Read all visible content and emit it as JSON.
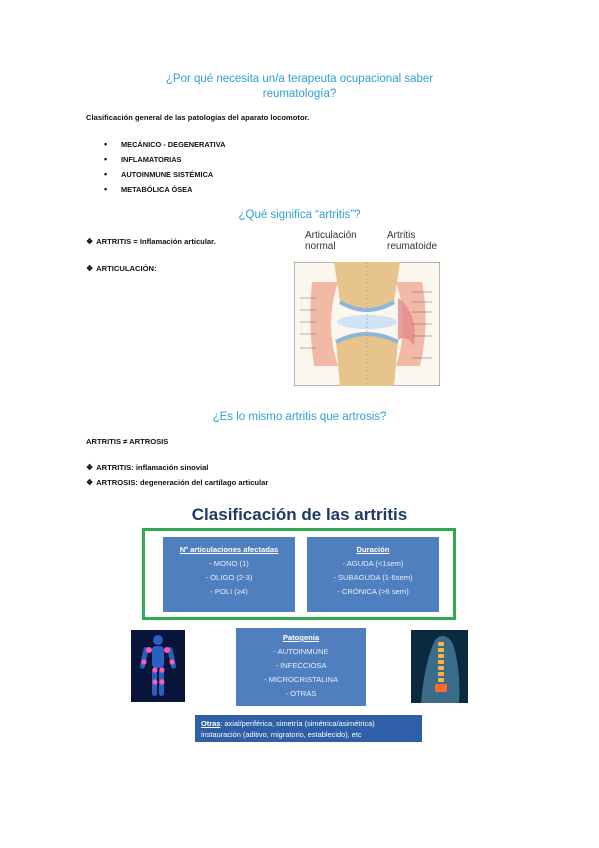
{
  "section1": {
    "heading_line1": "¿Por qué necesita un/a terapeuta ocupacional saber",
    "heading_line2": "reumatología?",
    "intro": "Clasificación general de las patologías del aparato locomotor.",
    "bullets": [
      "MECÁNICO - DEGENERATIVA",
      "INFLAMATORIAS",
      "AUTOINMUNE SISTÉMICA",
      "METABÓLICA ÓSEA"
    ]
  },
  "section2": {
    "heading": "¿Qué significa “artritis”?",
    "def1": "ARTRITIS = Inflamación articular.",
    "def2": "ARTICULACIÓN:",
    "diagram": {
      "label_normal_l1": "Articulación",
      "label_normal_l2": "normal",
      "label_ra_l1": "Artritis",
      "label_ra_l2": "reumatoide"
    }
  },
  "section3": {
    "heading": "¿Es lo mismo artritis que artrosis?",
    "line": "ARTRITIS ≠ ARTROSIS",
    "def1": "ARTRITIS: inflamación sinovial",
    "def2": "ARTROSIS: degeneración del cartílago articular"
  },
  "slide": {
    "title": "Clasificación de las artritis",
    "card1": {
      "title": "Nº articulaciones afectadas",
      "items": [
        "- MONO (1)",
        "- OLIGO (2-3)",
        "- POLI (≥4)"
      ]
    },
    "card2": {
      "title": "Duración",
      "items": [
        "- AGUDA (<1sem)",
        "- SUBAGUDA (1-6sem)",
        "- CRÓNICA (>6 sem)"
      ]
    },
    "card3": {
      "title": "Patogenia",
      "items": [
        "- AUTOINMUNE",
        "- INFECCIOSA",
        "- MICROCRISTALINA",
        "- OTRAS"
      ]
    },
    "otras_label": "Otras",
    "otras_line1": ": axial/periférica, simetría (simétrica/asimétrica)",
    "otras_line2": "instauración (aditivo, migratorio, establecido), etc",
    "colors": {
      "card": "#4f7fbe",
      "frame": "#2fa84f",
      "title": "#1f3a64"
    }
  }
}
